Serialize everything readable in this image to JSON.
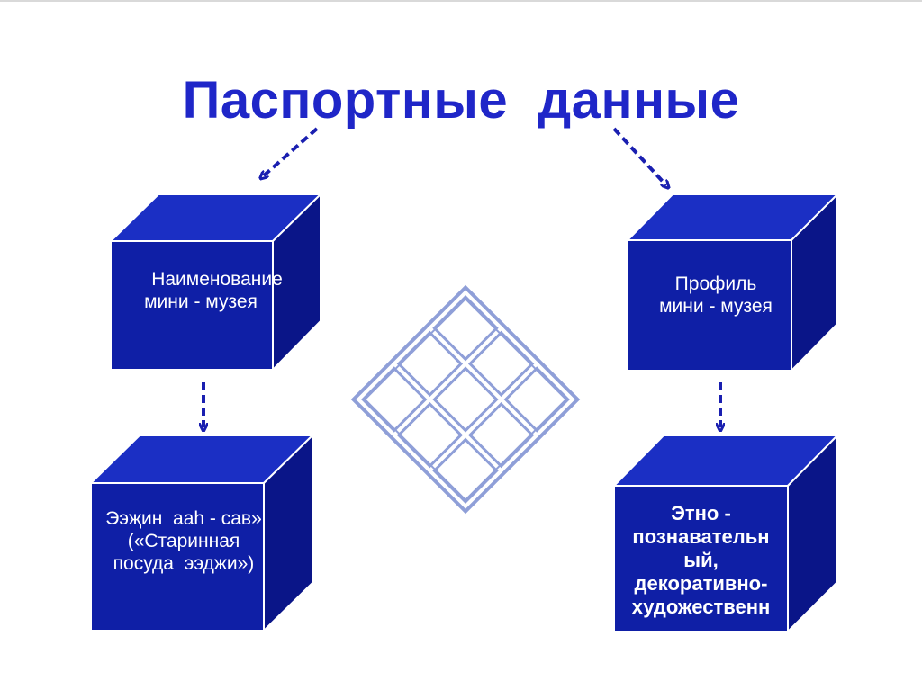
{
  "title": "Паспортные  данные",
  "colors": {
    "cube_front": "#0f1fa6",
    "cube_top": "#1b2fc4",
    "cube_side": "#0a1588",
    "arrow": "#1a1fb0",
    "knot": "#8f9fd8"
  },
  "icons": {
    "knot": "endless-knot-icon"
  },
  "cubes": {
    "name": {
      "lines": [
        "Наименование",
        "мини - музея"
      ]
    },
    "profile": {
      "lines": [
        "Профиль",
        "мини - музея"
      ]
    },
    "dishes": {
      "lines": [
        "Ээҗин  ааh - сав»",
        "(«Старинная",
        "посуда  ээджи»)"
      ]
    },
    "ethno": {
      "lines": [
        "Этно -",
        "познавательн",
        "ый,",
        "декоративно-",
        "художественн"
      ]
    }
  }
}
